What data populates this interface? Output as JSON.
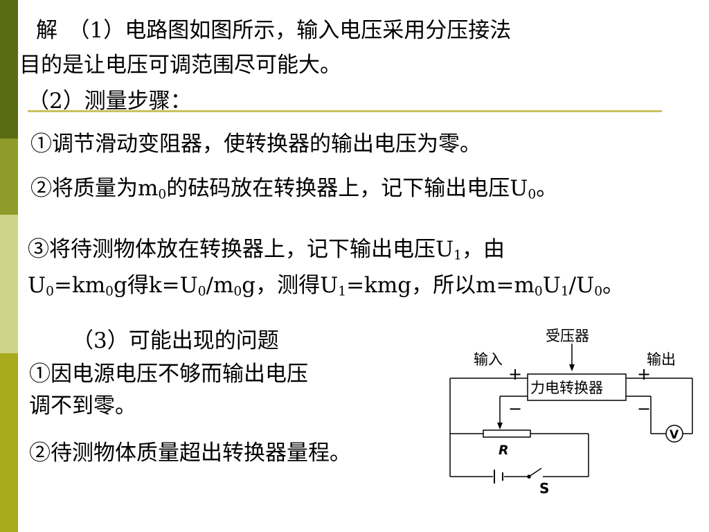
{
  "theme": {
    "sidebar_dark": "#5b6b13",
    "sidebar_mid": "#8f9c2b",
    "sidebar_light": "#cfd38a",
    "sidebar_olive": "#a7ab1c",
    "title_rule": "#c9c25e"
  },
  "part1": {
    "line1": "解　（1）电路图如图所示，输入电压采用分压接法",
    "line2": "目的是让电压可调范围尽可能大。"
  },
  "part2": {
    "heading": "（2）测量步骤：",
    "step1": "①调节滑动变阻器，使转换器的输出电压为零。",
    "step2": {
      "a": "②将质量为m",
      "b": "0",
      "c": "的砝码放在转换器上，记下输出电压U",
      "d": "0",
      "e": "。"
    },
    "step3_line1": {
      "a": "③将待测物体放在转换器上，记下输出电压U",
      "b": "1",
      "c": "，由"
    },
    "step3_line2": {
      "p1": "U",
      "s1": "0",
      "p2": "=km",
      "s2": "0",
      "p3": "g得k=U",
      "s3": "0",
      "p4": "/m",
      "s4": "0",
      "p5": "g，测得U",
      "s5": "1",
      "p6": "=kmg，所以m=m",
      "s6": "0",
      "p7": "U",
      "s7": "1",
      "p8": "/U",
      "s8": "0",
      "p9": "。"
    }
  },
  "part3": {
    "heading": "（3）可能出现的问题",
    "item1_line1": "①因电源电压不够而输出电压",
    "item1_line2": "调不到零。",
    "item2": "②待测物体质量超出转换器量程。"
  },
  "circuit": {
    "label_pressure": "受压器",
    "label_input": "输入",
    "label_output": "输出",
    "label_converter": "力电转换器",
    "plus": "+",
    "minus": "−",
    "label_resistor": "R",
    "label_voltmeter": "V",
    "label_switch": "S"
  }
}
